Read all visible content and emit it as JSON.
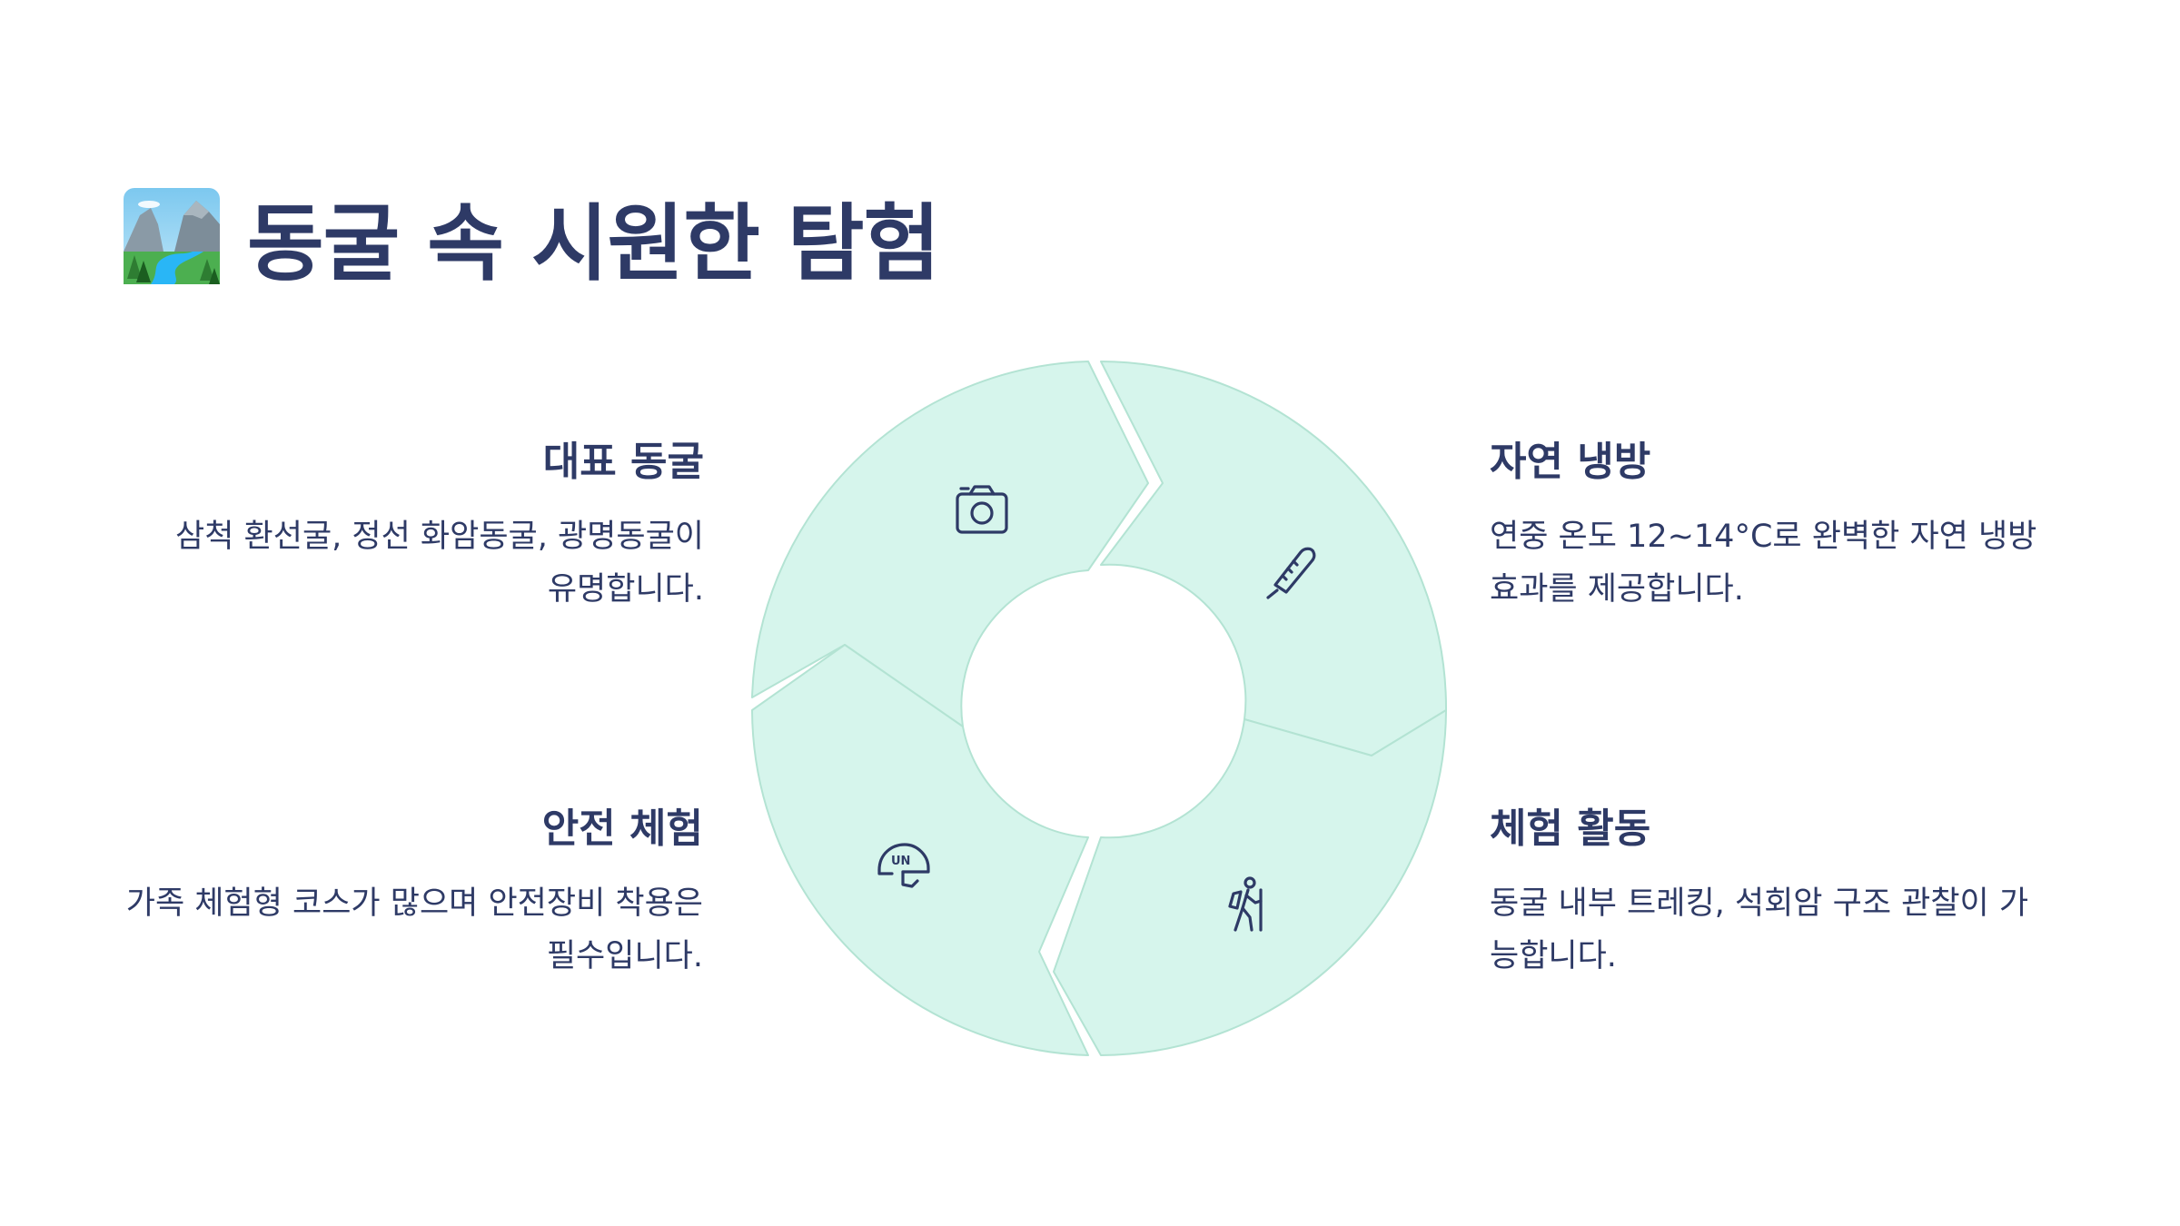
{
  "title": {
    "emoji_icon": "national-park-icon",
    "text": "동굴 속 시원한 탐험"
  },
  "colors": {
    "text": "#2e3a66",
    "segment_fill": "#d6f5ec",
    "segment_stroke": "#b3e3d3"
  },
  "cycle": {
    "segments": [
      {
        "icon": "camera-icon"
      },
      {
        "icon": "thermometer-icon"
      },
      {
        "icon": "hiker-icon"
      },
      {
        "icon": "helmet-icon",
        "icon_text": "UN"
      }
    ]
  },
  "blocks": {
    "caves": {
      "heading": "대표 동굴",
      "description": "삼척 환선굴, 정선 화암동굴, 광명동굴이 유명합니다."
    },
    "cooling": {
      "heading": "자연 냉방",
      "description": "연중 온도 12~14°C로 완벽한 자연 냉방 효과를 제공합니다."
    },
    "safety": {
      "heading": "안전 체험",
      "description": "가족 체험형 코스가 많으며 안전장비 착용은 필수입니다."
    },
    "activity": {
      "heading": "체험 활동",
      "description": "동굴 내부 트레킹, 석회암 구조 관찰이 가능합니다."
    }
  }
}
